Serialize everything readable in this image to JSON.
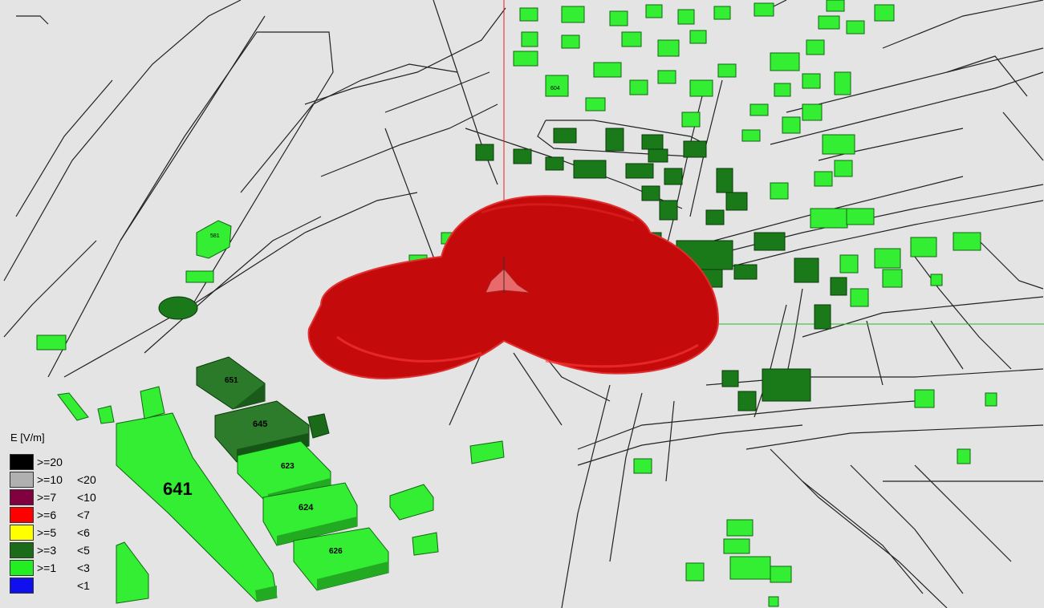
{
  "colors": {
    "background": "#e4e4e4",
    "light_green_building": "#33ee33",
    "dark_green_building": "#1a7a1a",
    "radiation_lobe": "#cc0a0a",
    "axis_red": "#e02020",
    "axis_green": "#20c020"
  },
  "legend": {
    "title": "E [V/m]",
    "rows": [
      {
        "ge": ">=20",
        "lt": "",
        "color": "#000000"
      },
      {
        "ge": ">=10",
        "lt": "<20",
        "color": "#b0b0b0"
      },
      {
        "ge": ">=7",
        "lt": "<10",
        "color": "#800040"
      },
      {
        "ge": ">=6",
        "lt": "<7",
        "color": "#ff0000"
      },
      {
        "ge": ">=5",
        "lt": "<6",
        "color": "#ffff00"
      },
      {
        "ge": ">=3",
        "lt": "<5",
        "color": "#1a6b1a"
      },
      {
        "ge": ">=1",
        "lt": "<3",
        "color": "#22ee22"
      },
      {
        "ge": "",
        "lt": "<1",
        "color": "#1010ee"
      }
    ]
  },
  "building_labels": {
    "b641": "641",
    "b651": "651",
    "b645": "645",
    "b623": "623",
    "b624": "624",
    "b626": "626",
    "b581": "581",
    "b604": "604"
  }
}
